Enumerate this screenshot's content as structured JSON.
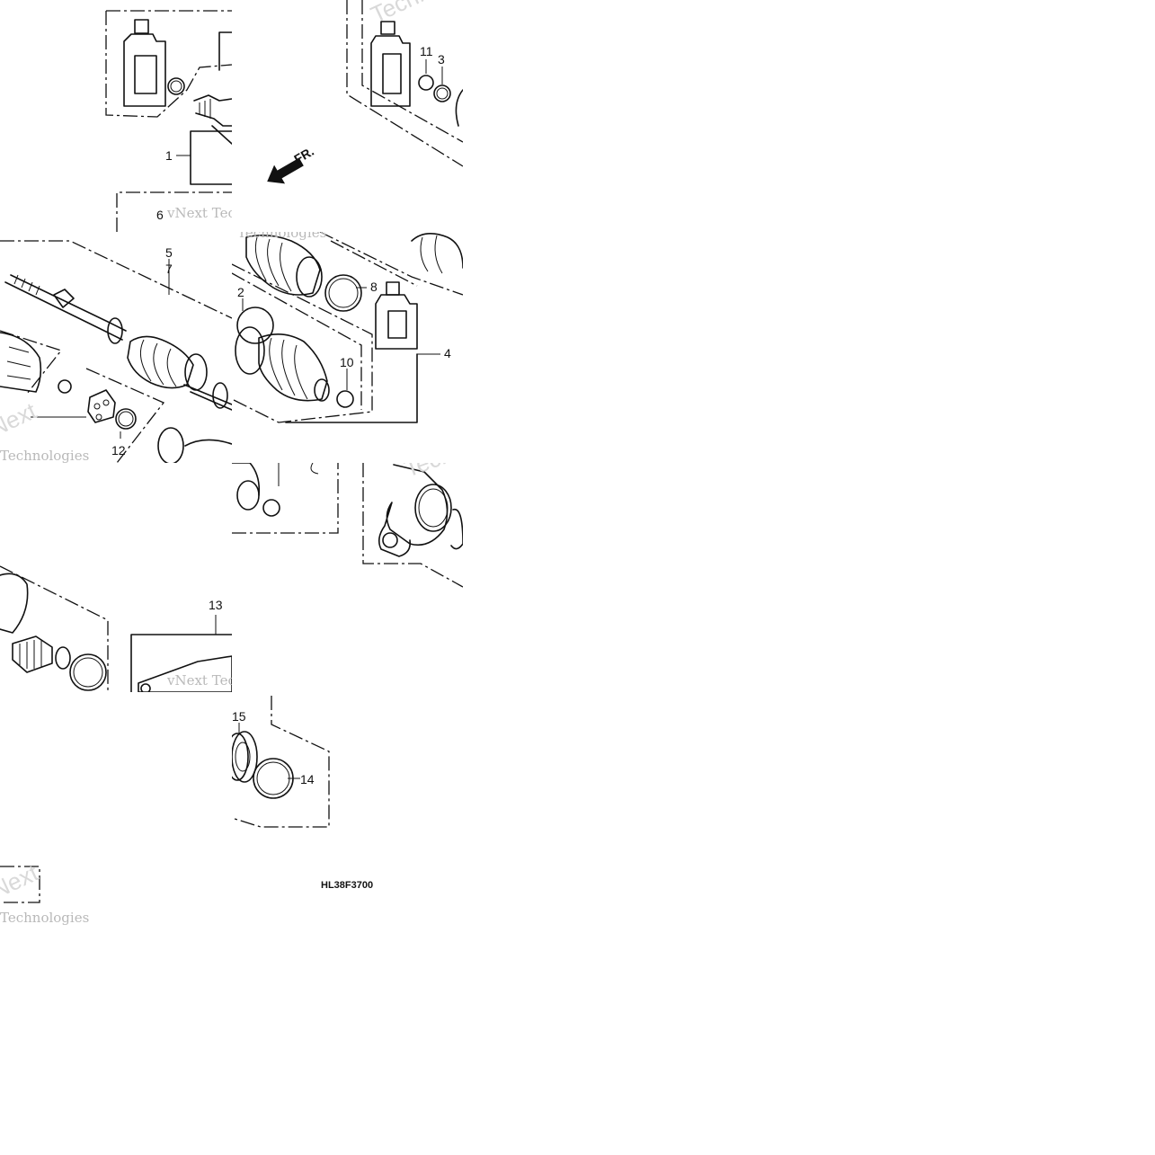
{
  "diagram": {
    "code": "HL38F3700",
    "front_label": "FR.",
    "callouts": [
      "1",
      "2",
      "3",
      "4",
      "5",
      "7",
      "6",
      "8",
      "10",
      "11",
      "12",
      "13",
      "14",
      "15"
    ],
    "watermark": {
      "line1": "vNext Technologies",
      "line2": "Technologies",
      "fragment": "Next"
    }
  }
}
